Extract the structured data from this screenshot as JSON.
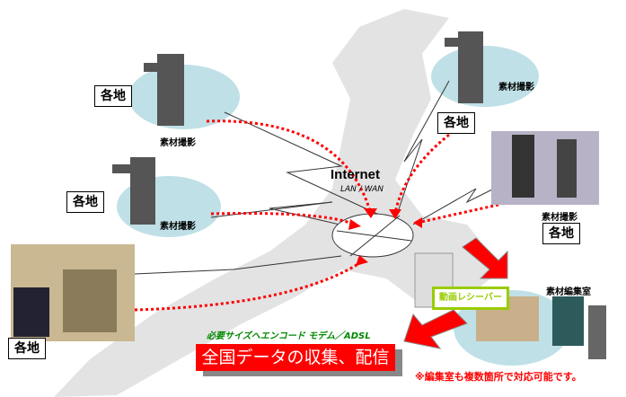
{
  "network": {
    "title": "Internet",
    "subtitle": "LAN / WAN"
  },
  "locations": [
    {
      "badge": "各地",
      "caption": "素材撮影"
    },
    {
      "badge": "各地",
      "caption": "素材撮影"
    },
    {
      "badge": "各地",
      "caption": "素材撮影"
    },
    {
      "badge": "各地",
      "caption": "素材撮影"
    },
    {
      "badge": "各地"
    }
  ],
  "editing_room": {
    "caption": "素材編集室",
    "receiver_label": "動画レシーバー"
  },
  "encode_note": "必要サイズへエンコード モデム／ADSL",
  "main_banner": "全国データの収集、配信",
  "footnote": "※編集室も複数箇所で対応可能です。",
  "colors": {
    "accent": "#ff0000",
    "receiver_border": "#99cc00",
    "encode_text": "#008800",
    "map": "#e0e0e0",
    "bubble": "#bfe0e6"
  }
}
